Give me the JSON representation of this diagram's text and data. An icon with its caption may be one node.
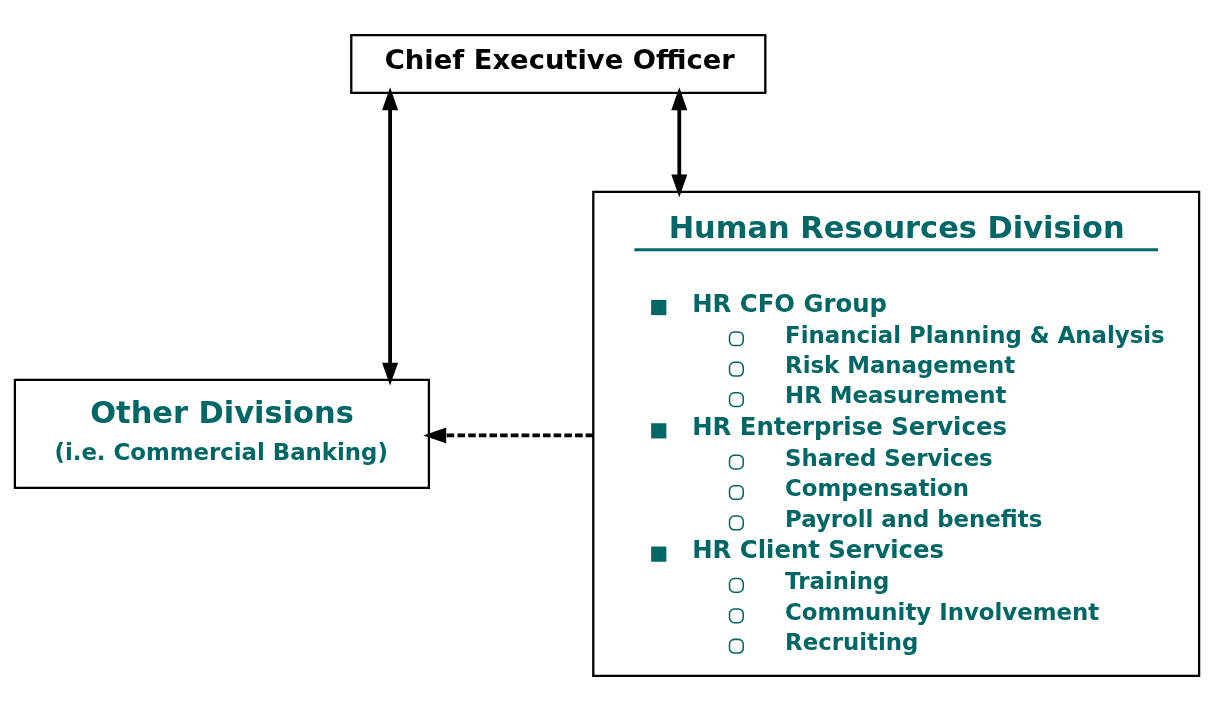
{
  "diagram": {
    "nodes": [
      {
        "text": [
          "Chief Executive Officer"
        ]
      },
      {
        "text": [
          "Other Divisions",
          "(i.e. Commercial Banking)"
        ]
      },
      {
        "text": [
          "Human Resources Division",
          "HR CFO Group",
          "Financial Planning & Analysis",
          "Risk Management",
          "HR Measurement",
          "HR Enterprise Services",
          "Shared Services",
          "Compensation",
          "Payroll and benefits",
          "HR Client Services",
          "Training",
          "Community Involvement",
          "Recruiting"
        ]
      }
    ],
    "edges": [
      {
        "from": 1,
        "to": 0,
        "arrow": "both"
      },
      {
        "from": 2,
        "to": 0,
        "arrow": "both"
      },
      {
        "from": 2,
        "to": 1,
        "arrow": "to",
        "style": "dashed"
      }
    ]
  }
}
